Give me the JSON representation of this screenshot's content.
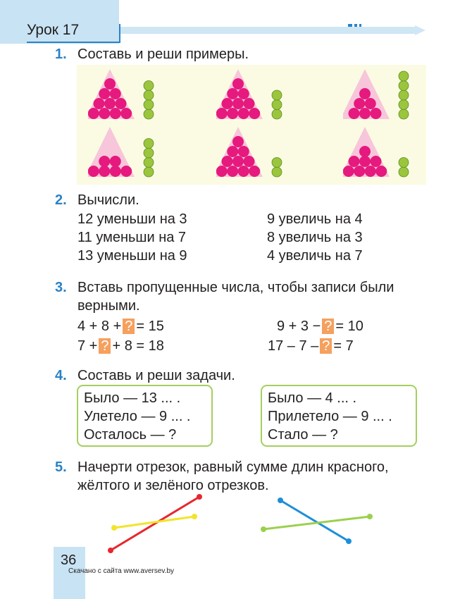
{
  "header": {
    "lesson": "Урок 17"
  },
  "task1": {
    "number": "1.",
    "text": "Составь и реши примеры.",
    "colors": {
      "pink": "#e5197e",
      "green": "#9bc53d",
      "triangle": "#f7c6da",
      "panel": "#fbfbe3"
    },
    "groups": [
      {
        "pyramid_rows": [
          1,
          2,
          3,
          4
        ],
        "green_column": 4
      },
      {
        "pyramid_rows": [
          1,
          2,
          3,
          4
        ],
        "green_column": 3
      },
      {
        "pyramid_rows": [
          1,
          2,
          3
        ],
        "green_column": 5
      },
      {
        "pyramid_rows": [
          2,
          4
        ],
        "green_column": 4
      },
      {
        "pyramid_rows": [
          1,
          2,
          3,
          4
        ],
        "green_column": 2
      },
      {
        "pyramid_rows": [
          1,
          3,
          4
        ],
        "green_column": 2
      }
    ]
  },
  "task2": {
    "number": "2.",
    "text": "Вычисли.",
    "left": [
      "12 уменьши на 3",
      "11 уменьши на 7",
      "13 уменьши на 9"
    ],
    "right": [
      "9 увеличь на 4",
      "8 увеличь на 3",
      "4 увеличь на 7"
    ]
  },
  "task3": {
    "number": "3.",
    "line1": "Вставь пропущенные числа, чтобы записи были",
    "line2": "верными.",
    "placeholder": "?",
    "eq1": {
      "before": "4 + 8 +",
      "after": "= 15"
    },
    "eq2": {
      "before": "9 + 3 −",
      "after": "= 10"
    },
    "eq3": {
      "before": "7 +",
      "after": "+ 8 = 18"
    },
    "eq4": {
      "before": "17 – 7 –",
      "after": "=   7"
    }
  },
  "task4": {
    "number": "4.",
    "text": "Составь и реши задачи.",
    "box1": [
      "Было — 13 ... .",
      "Улетело — 9 ... .",
      "Осталось — ?"
    ],
    "box2": [
      "Было — 4 ... .",
      "Прилетело — 9 ... .",
      "Стало — ?"
    ]
  },
  "task5": {
    "number": "5.",
    "line1": "Начерти отрезок, равный сумме длин красного,",
    "line2": "жёлтого и зелёного отрезков.",
    "colors": {
      "red": "#e8262d",
      "yellow": "#f2e42c",
      "green": "#9bd04d",
      "blue": "#1c8fd8"
    }
  },
  "footer": {
    "page": "36",
    "source": "Скачано с сайта www.aversev.by"
  }
}
